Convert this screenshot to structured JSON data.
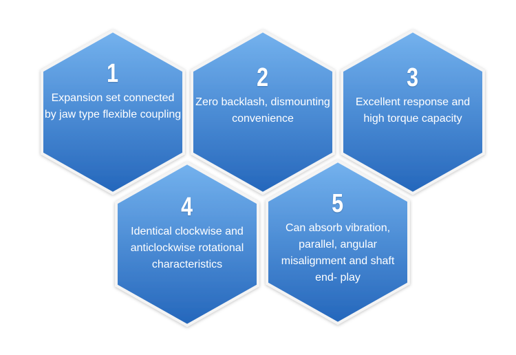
{
  "colors": {
    "top": "#72b0ec",
    "bottom": "#2668bd",
    "border": "#ffffff"
  },
  "items": [
    {
      "number": "1",
      "text": "Expansion set connected by jaw type flexible coupling"
    },
    {
      "number": "2",
      "text": "Zero backlash, dismounting convenience"
    },
    {
      "number": "3",
      "text": "Excellent response and high torque capacity"
    },
    {
      "number": "4",
      "text": "Identical clockwise and anticlockwise rotational characteristics"
    },
    {
      "number": "5",
      "text": "Can absorb vibration, parallel, angular misalignment and shaft end- play"
    }
  ]
}
